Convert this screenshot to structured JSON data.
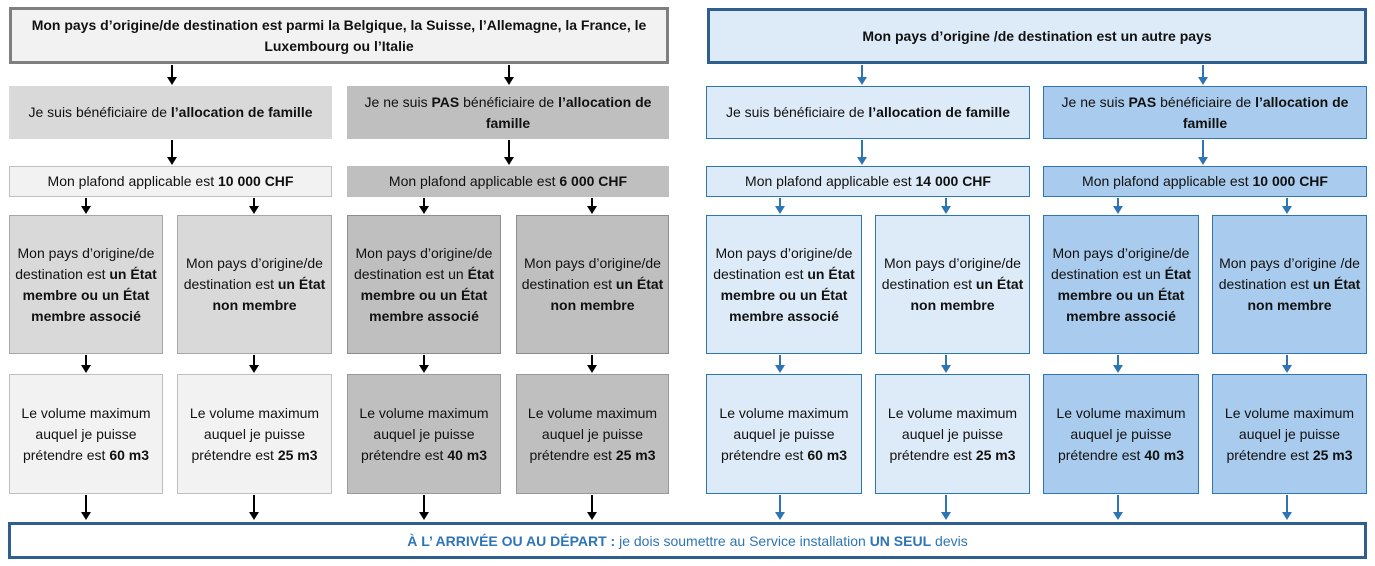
{
  "colors": {
    "grey_border": "#7f7f7f",
    "grey_light": "#f2f2f2",
    "grey_mid": "#d9d9d9",
    "grey_dark": "#bfbfbf",
    "blue_light": "#ddeaf7",
    "blue_dark": "#a9cbed",
    "blue_border": "#2e75b6",
    "blue_text": "#2e75b6"
  },
  "left": {
    "header": "Mon pays d’origine/de destination est parmi la Belgique, la Suisse, l’Allemagne, la France, le Luxembourg ou l’Italie",
    "ben": {
      "p1": "Je suis bénéficiaire de ",
      "p2": "l’allocation de famille"
    },
    "nonben": {
      "p1": "Je ne suis ",
      "p2": "PAS",
      "p3": " bénéficiaire de ",
      "p4": "l’allocation de famille"
    },
    "plafond_ben": {
      "p1": "Mon plafond applicable est ",
      "p2": "10 000 CHF"
    },
    "plafond_nonben": {
      "p1": "Mon plafond applicable est ",
      "p2": "6 000 CHF"
    },
    "c1": {
      "p1": "Mon pays d’origine/de destination est ",
      "p2": "un État membre ou un État membre associé"
    },
    "c2": {
      "p1": "Mon pays d’origine/de destination est ",
      "p2": "un État non membre"
    },
    "c3": {
      "p1": "Mon pays d’origine/de destination est un ",
      "p2": "État membre ou un État membre associé"
    },
    "c4": {
      "p1": "Mon pays d’origine/de destination est ",
      "p2": "un État non membre"
    },
    "v1": {
      "p1": "Le volume maximum auquel je puisse prétendre est ",
      "p2": "60 m3"
    },
    "v2": {
      "p1": "Le volume maximum auquel je puisse prétendre est ",
      "p2": "25 m3"
    },
    "v3": {
      "p1": "Le volume maximum auquel je puisse prétendre est ",
      "p2": "40 m3"
    },
    "v4": {
      "p1": "Le volume maximum auquel je puisse prétendre est ",
      "p2": "25 m3"
    }
  },
  "right": {
    "header": "Mon pays d’origine /de destination est un autre pays",
    "ben": {
      "p1": "Je suis bénéficiaire de ",
      "p2": "l’allocation de famille"
    },
    "nonben": {
      "p1": "Je ne suis ",
      "p2": "PAS",
      "p3": " bénéficiaire de ",
      "p4": "l’allocation de famille"
    },
    "plafond_ben": {
      "p1": "Mon plafond applicable est ",
      "p2": "14 000 CHF"
    },
    "plafond_nonben": {
      "p1": "Mon plafond applicable est ",
      "p2": "10 000 CHF"
    },
    "c1": {
      "p1": "Mon pays d’origine/de destination est ",
      "p2": "un État membre ou un État membre associé"
    },
    "c2": {
      "p1": "Mon pays d’origine/de destination est ",
      "p2": "un État non membre"
    },
    "c3": {
      "p1": "Mon pays d’origine/de destination est un ",
      "p2": "État membre ou un État membre associé"
    },
    "c4": {
      "p1": "Mon pays d’origine /de destination est ",
      "p2": "un État non membre"
    },
    "v1": {
      "p1": "Le volume maximum auquel je puisse prétendre est ",
      "p2": "60 m3"
    },
    "v2": {
      "p1": "Le volume maximum auquel je puisse prétendre est ",
      "p2": "25 m3"
    },
    "v3": {
      "p1": "Le volume maximum auquel je puisse prétendre est ",
      "p2": "40 m3"
    },
    "v4": {
      "p1": "Le volume maximum auquel je puisse prétendre est ",
      "p2": "25 m3"
    }
  },
  "footer": {
    "lead": "À L’ ARRIVÉE OU AU DÉPART :",
    "p1": " je dois soumettre au Service installation ",
    "p2": "UN SEUL",
    "p3": " devis"
  }
}
